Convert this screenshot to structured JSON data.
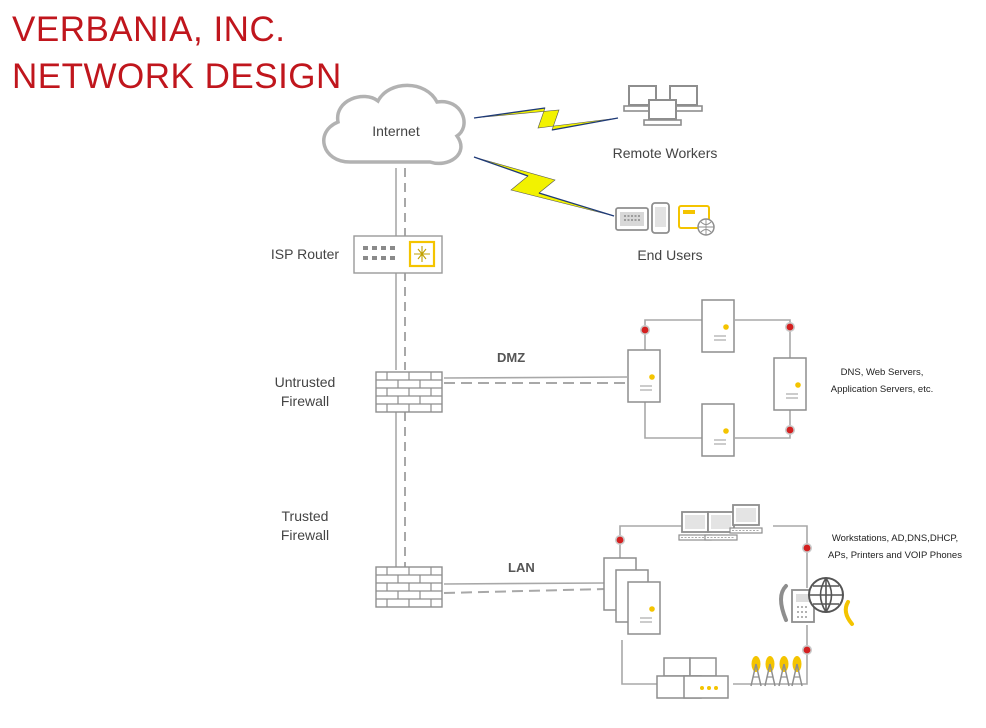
{
  "title": {
    "line1": "VERBANIA, INC.",
    "line2": "NETWORK DESIGN"
  },
  "nodes": {
    "internet": "Internet",
    "remote_workers": "Remote Workers",
    "end_users": "End Users",
    "isp_router": "ISP Router",
    "untrusted_fw_1": "Untrusted",
    "untrusted_fw_2": "Firewall",
    "trusted_fw_1": "Trusted",
    "trusted_fw_2": "Firewall"
  },
  "links": {
    "dmz": "DMZ",
    "lan": "LAN"
  },
  "notes": {
    "dmz_1": "DNS, Web Servers,",
    "dmz_2": "Application Servers, etc.",
    "lan_1": "Workstations, AD,DNS,DHCP,",
    "lan_2": "APs, Printers and VOIP Phones"
  },
  "colors": {
    "title": "#c0161d",
    "accent": "#f4c400",
    "node_dot": "#d42020",
    "line": "#9a9a9a",
    "bolt": "#f2f200"
  }
}
